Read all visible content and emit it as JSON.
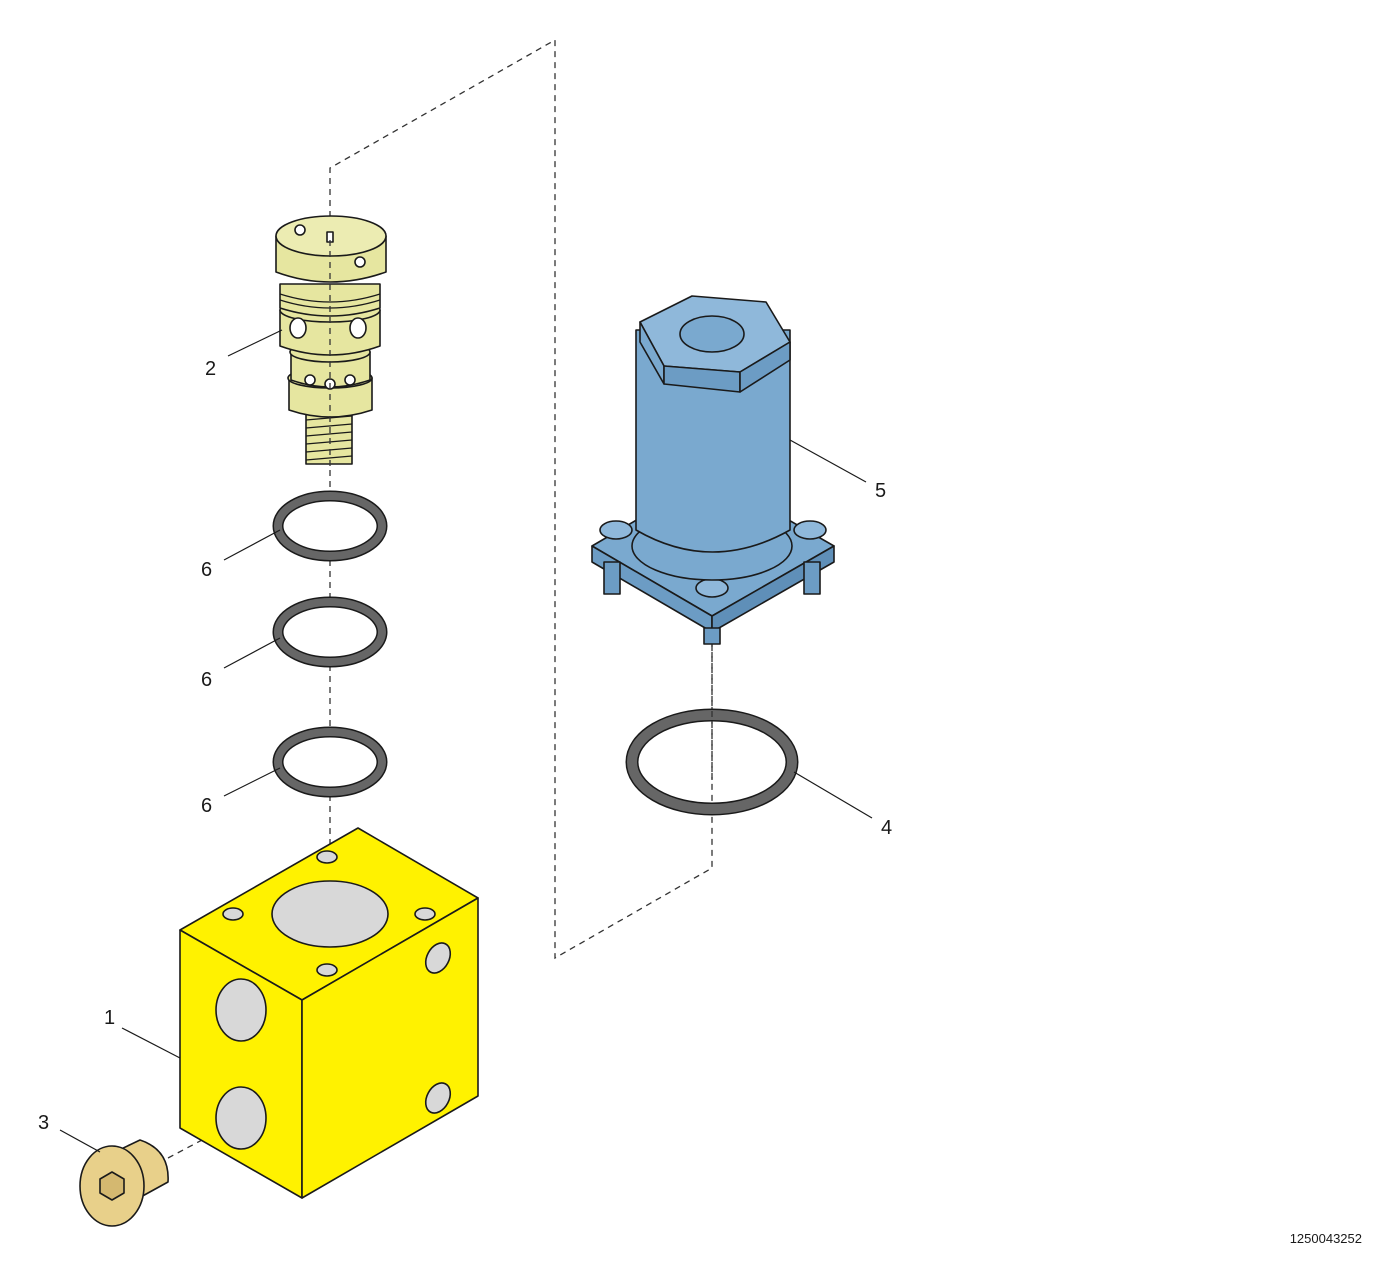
{
  "callouts": {
    "c1": "1",
    "c2": "2",
    "c3": "3",
    "c4": "4",
    "c5": "5",
    "c6a": "6",
    "c6b": "6",
    "c6c": "6"
  },
  "document_number": "1250043252",
  "colors": {
    "valve_block": "#fff200",
    "cartridge_valve": "#e6e6a0",
    "solenoid_coil": "#7aa9cf",
    "plug": "#e8d08a",
    "o_ring": "#666666"
  }
}
